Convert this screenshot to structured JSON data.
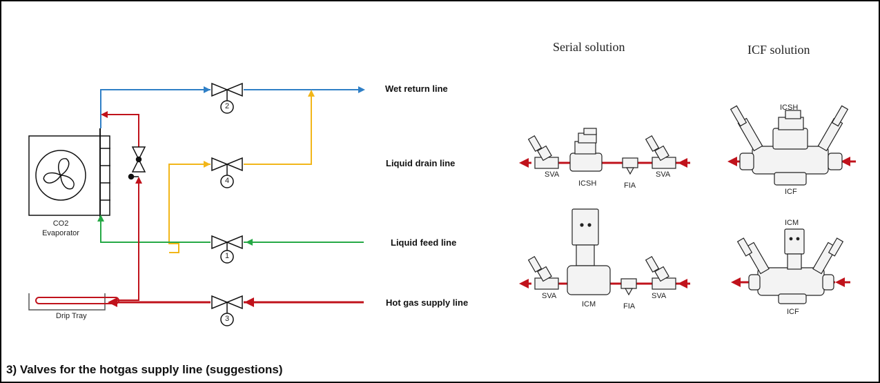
{
  "lines": {
    "wet_return": "Wet return line",
    "liquid_drain": "Liquid drain line",
    "liquid_feed": "Liquid feed line",
    "hot_gas": "Hot gas supply line"
  },
  "evaporator": {
    "line1": "CO2",
    "line2": "Evaporator"
  },
  "drip_tray": "Drip Tray",
  "valve_numbers": {
    "v1": "1",
    "v2": "2",
    "v3": "3",
    "v4": "4"
  },
  "columns": {
    "serial": "Serial solution",
    "icf": "ICF solution"
  },
  "components": {
    "sva": "SVA",
    "icsh": "ICSH",
    "fia": "FIA",
    "icm": "ICM",
    "icf": "ICF"
  },
  "footer": "3) Valves for the hotgas supply line (suggestions)",
  "colors": {
    "blue": "#2f7fc6",
    "yellow": "#f2b619",
    "green": "#25a845",
    "red": "#c0121b"
  }
}
